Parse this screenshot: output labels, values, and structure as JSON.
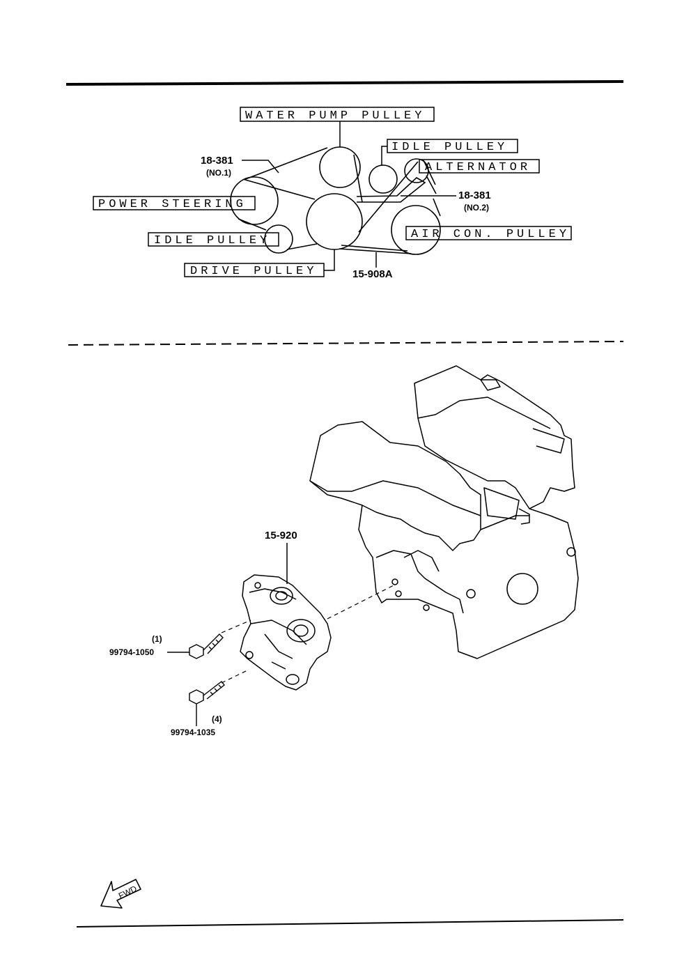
{
  "labels": {
    "water_pump_pulley": "WATER PUMP PULLEY",
    "idle_pulley_top": "IDLE PULLEY",
    "alternator": "ALTERNATOR",
    "power_steering": "POWER STEERING",
    "idle_pulley_left": "IDLE PULLEY",
    "air_con_pulley": "AIR CON. PULLEY",
    "drive_pulley": "DRIVE PULLEY"
  },
  "parts": {
    "belt_no1_number": "18-381",
    "belt_no1_sub": "(NO.1)",
    "belt_no2_number": "18-381",
    "belt_no2_sub": "(NO.2)",
    "belt_drive_number": "15-908A",
    "bracket_number": "15-920",
    "bolt_a_qty": "(1)",
    "bolt_a_number": "99794-1050",
    "bolt_b_qty": "(4)",
    "bolt_b_number": "99794-1035"
  },
  "fwd_label": "FWD"
}
